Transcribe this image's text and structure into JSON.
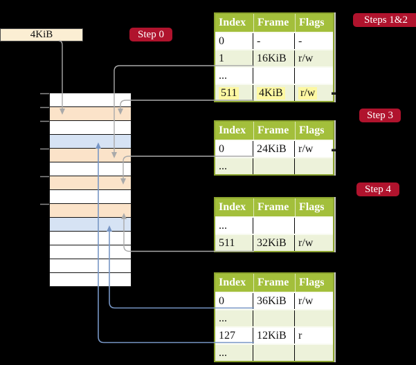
{
  "colors": {
    "table_header_bg": "#a3bf3b",
    "table_border": "#8ba32e",
    "table_row_alt_bg": "#edf2da",
    "highlight_yellow": "#fdf8a2",
    "step_label_bg": "#b0132d",
    "memory_peach": "#fbe3c9",
    "memory_blue": "#d6e3f4",
    "legend_bg": "#fbeed3",
    "arrow_gray": "#aaaaaa",
    "arrow_blue": "#7796c5"
  },
  "legend": {
    "label": "4KiB"
  },
  "steps": {
    "step0": "Step 0",
    "steps12": "Steps 1&2",
    "step3": "Step 3",
    "step4": "Step 4"
  },
  "tables": [
    {
      "headers": [
        "Index",
        "Frame",
        "Flags"
      ],
      "rows": [
        {
          "cells": [
            "0",
            "-",
            "-"
          ]
        },
        {
          "cells": [
            "1",
            "16KiB",
            "r/w"
          ]
        },
        {
          "cells": [
            "...",
            "",
            ""
          ]
        },
        {
          "cells": [
            "511",
            "4KiB",
            "r/w"
          ],
          "highlight": true
        }
      ]
    },
    {
      "headers": [
        "Index",
        "Frame",
        "Flags"
      ],
      "rows": [
        {
          "cells": [
            "0",
            "24KiB",
            "r/w"
          ]
        },
        {
          "cells": [
            "...",
            "",
            ""
          ]
        }
      ]
    },
    {
      "headers": [
        "Index",
        "Frame",
        "Flags"
      ],
      "rows": [
        {
          "cells": [
            "...",
            "",
            ""
          ]
        },
        {
          "cells": [
            "511",
            "32KiB",
            "r/w"
          ]
        }
      ]
    },
    {
      "headers": [
        "Index",
        "Frame",
        "Flags"
      ],
      "rows": [
        {
          "cells": [
            "0",
            "36KiB",
            "r/w"
          ]
        },
        {
          "cells": [
            "...",
            "",
            ""
          ]
        },
        {
          "cells": [
            "127",
            "12KiB",
            "r"
          ]
        },
        {
          "cells": [
            "...",
            "",
            ""
          ]
        }
      ]
    }
  ],
  "memory": {
    "row_colors": [
      "white",
      "peach",
      "white",
      "blue",
      "peach",
      "white",
      "peach",
      "white",
      "peach",
      "blue",
      "white",
      "white",
      "white",
      "white"
    ]
  }
}
